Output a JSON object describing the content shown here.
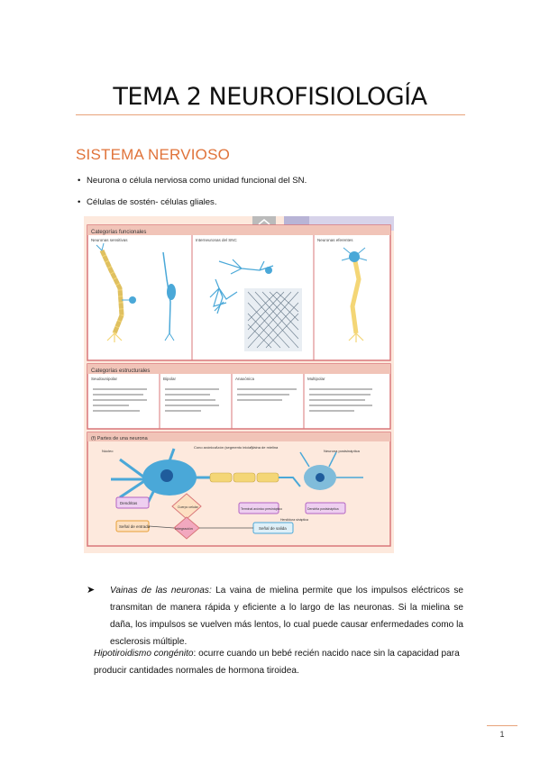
{
  "title": "TEMA 2 NEUROFISIOLOGÍA",
  "section_heading": "SISTEMA NERVIOSO",
  "bullets": [
    "Neurona o célula nerviosa como unidad funcional del SN.",
    "Células de sostén- células gliales."
  ],
  "figure": {
    "top_heading": "Categorías funcionales",
    "col_labels": [
      "Neuronas sensitivas",
      "Interneuronas del SNC",
      "Neuronas eferentes"
    ],
    "mid_heading": "Categorías estructurales",
    "struct_types": [
      "Seudounipolar",
      "Bipolar",
      "Anaxónica",
      "Multipolar"
    ],
    "bottom_heading": "(f) Partes de una neurona",
    "flow_labels": [
      "Dendritas",
      "Cuerpo celular",
      "Señal de entrada",
      "Integración",
      "Señal de salida",
      "Terminal axónico presináptico",
      "Dendrita postsináptica"
    ],
    "part_labels": [
      "Núcleo",
      "Cono axónico",
      "Axón (segmento inicial)",
      "Vaina de mielina",
      "Neurona postsináptica",
      "Hendidura sináptica"
    ],
    "colors": {
      "background": "#fde9dd",
      "header_bar": "#d9777a",
      "axon": "#f4d676",
      "neuron": "#4aa8d8"
    }
  },
  "paragraph1": {
    "term": "Vainas de las neuronas:",
    "text": " La vaina de mielina permite que los impulsos eléctricos se transmitan de manera rápida y eficiente a lo largo de las neuronas. Si la mielina se daña, los impulsos se vuelven más lentos, lo cual puede causar enfermedades como la esclerosis múltiple."
  },
  "paragraph2": {
    "term": "Hipotiroidismo congénito",
    "text": ": ocurre cuando un bebé recién nacido nace sin la capacidad para producir cantidades normales de hormona tiroidea."
  },
  "page_number": "1"
}
